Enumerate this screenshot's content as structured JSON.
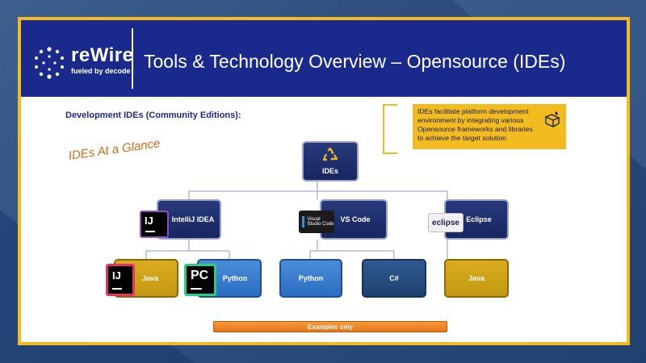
{
  "header": {
    "logo_word": "reWire",
    "logo_tag": "fueled by decode",
    "title": "Tools & Technology Overview – Opensource (IDEs)"
  },
  "subheading": "Development IDEs (Community Editions):",
  "glance_label": "IDEs At a Glance",
  "callout": {
    "text": "IDEs facilitate platform development environment by integrating various Opensource frameworks and libraries to achieve the target solution",
    "icon": "hand-book-icon"
  },
  "diagram": {
    "root": {
      "label": "IDEs",
      "icon": "recycle-icon"
    },
    "ides": [
      {
        "label": "IntelliJ IDEA",
        "logo_text": "IJ",
        "languages": [
          "Java",
          "Python"
        ]
      },
      {
        "label": "VS Code",
        "logo_text": "Visual Studio Code",
        "languages": [
          "Python",
          "C#"
        ]
      },
      {
        "label": "Eclipse",
        "logo_text": "eclipse",
        "languages": [
          "Java"
        ]
      }
    ],
    "language_logos": {
      "java": "IJ",
      "python": "PC"
    }
  },
  "examples_label": "Examples only",
  "colors": {
    "header": "#1a2a8c",
    "frame": "#f2bc1e",
    "callout": "#f2bc1e",
    "accent_orange": "#d46a16",
    "node_navy": "#172660",
    "node_blue": "#2b6ec2",
    "node_dark": "#1e416f",
    "node_gold": "#c49812"
  }
}
